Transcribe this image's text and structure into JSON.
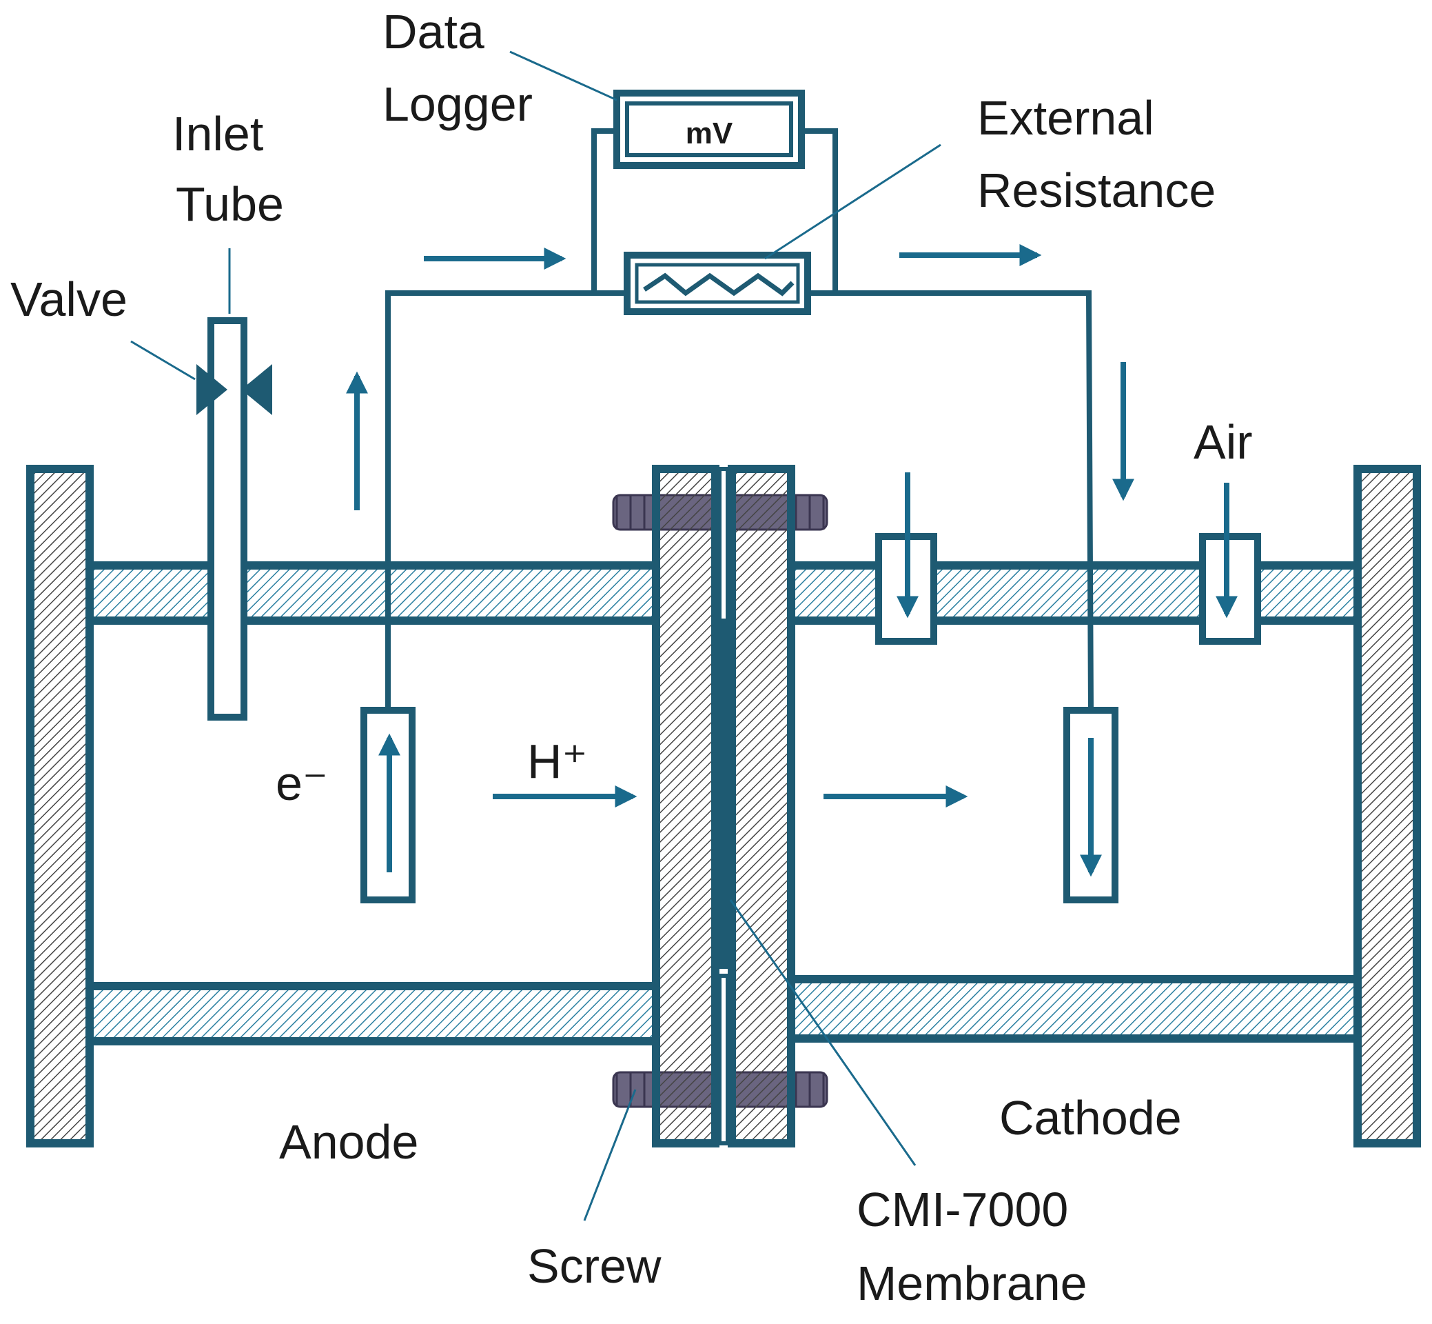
{
  "labels": {
    "data_logger_line1": "Data",
    "data_logger_line2": "Logger",
    "meter_unit": "mV",
    "inlet_tube_line1": "Inlet",
    "inlet_tube_line2": "Tube",
    "valve": "Valve",
    "external_resistance_line1": "External",
    "external_resistance_line2": "Resistance",
    "air": "Air",
    "electron": "e⁻",
    "proton": "H⁺",
    "anode": "Anode",
    "cathode": "Cathode",
    "screw": "Screw",
    "membrane_line1": "CMI-7000",
    "membrane_line2": "Membrane"
  },
  "colors": {
    "stroke": "#1e5a72",
    "arrow": "#1a6a8c",
    "hatch_wall": "#444444",
    "hatch_channel": "#2a7fa0",
    "screw": "#6a6580"
  }
}
